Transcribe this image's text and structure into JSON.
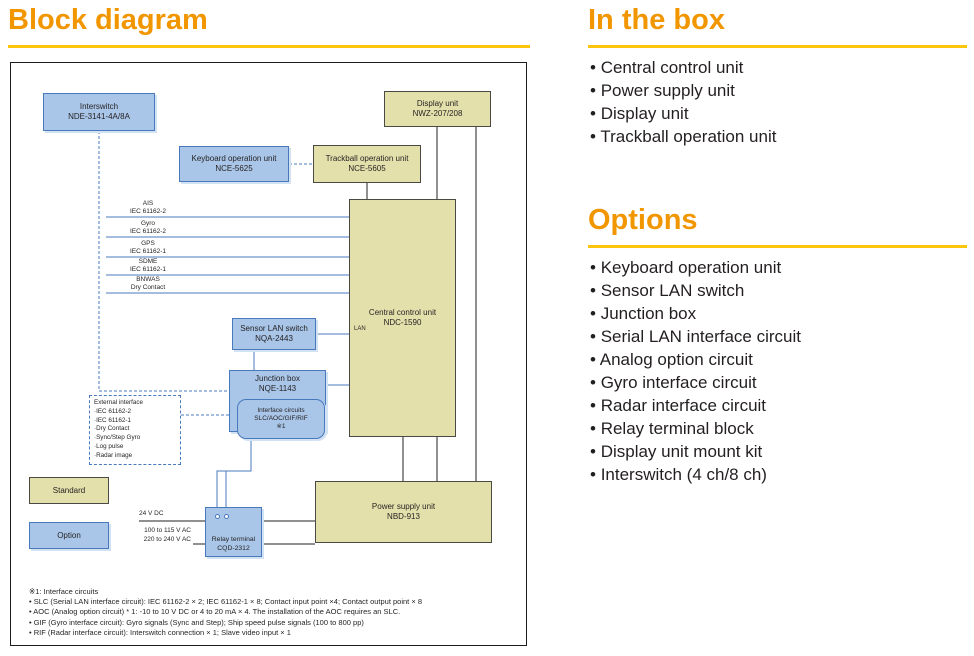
{
  "colors": {
    "title_orange": "#F29600",
    "rule_yellow": "#FFC50D",
    "box_tan": "#E4E0AC",
    "box_blue": "#A9C6E8",
    "line_blue": "#4879BD",
    "ink": "#231F20"
  },
  "left": {
    "title": "Block diagram"
  },
  "in_the_box": {
    "title": "In the box",
    "items": [
      "Central control unit",
      "Power supply unit",
      "Display unit",
      "Trackball operation unit"
    ]
  },
  "options": {
    "title": "Options",
    "items": [
      "Keyboard operation unit",
      "Sensor LAN switch",
      "Junction box",
      "Serial LAN interface circuit",
      "Analog option circuit",
      "Gyro interface circuit",
      "Radar interface circuit",
      "Relay terminal block",
      "Display unit mount kit",
      "Interswitch (4 ch/8 ch)"
    ]
  },
  "diagram": {
    "blocks": {
      "interswitch": {
        "name": "Interswitch",
        "model": "NDE-3141-4A/8A"
      },
      "display_unit": {
        "name": "Display unit",
        "model": "NWZ-207/208"
      },
      "keyboard": {
        "name": "Keyboard operation unit",
        "model": "NCE-5625"
      },
      "trackball": {
        "name": "Trackball operation unit",
        "model": "NCE-5605"
      },
      "central": {
        "name": "Central control unit",
        "model": "NDC-1590",
        "port_label": "LAN"
      },
      "sensor_lan": {
        "name": "Sensor LAN switch",
        "model": "NQA-2443"
      },
      "junction": {
        "name": "Junction box",
        "model": "NQE-1143"
      },
      "interface_circuits": {
        "line1": "Interface circuits",
        "line2": "SLC/AOC/GIF/RIF",
        "line3": "※1"
      },
      "relay": {
        "name": "Relay terminal",
        "model": "CQD-2312"
      },
      "power": {
        "name": "Power supply unit",
        "model": "NBD-913"
      }
    },
    "legend": {
      "standard": "Standard",
      "option": "Option"
    },
    "signals": [
      {
        "name": "AIS",
        "std": "IEC 61162-2"
      },
      {
        "name": "Gyro",
        "std": "IEC 61162-2"
      },
      {
        "name": "GPS",
        "std": "IEC 61162-1"
      },
      {
        "name": "SDME",
        "std": "IEC 61162-1"
      },
      {
        "name": "BNWAS",
        "std": "Dry Contact"
      }
    ],
    "external_interface": {
      "title": "External interface",
      "items": [
        "·IEC 61162-2",
        "·IEC 61162-1",
        "·Dry Contact",
        "·Sync/Step Gyro",
        "·Log pulse",
        "·Radar image"
      ]
    },
    "power_labels": {
      "dc": "24 V DC",
      "ac1": "100 to 115 V AC",
      "ac2": "220 to 240 V AC"
    },
    "footnote": {
      "title": "※1: Interface circuits",
      "items": [
        "• SLC (Serial LAN interface circuit): IEC 61162-2 × 2; IEC 61162-1 × 8; Contact input point ×4; Contact output point × 8",
        "• AOC (Analog option circuit) * 1: -10 to 10 V DC or 4 to 20 mA × 4. The installation of the AOC requires an SLC.",
        "• GIF (Gyro interface circuit): Gyro signals (Sync and Step); Ship speed pulse signals (100 to 800 pp)",
        "• RIF (Radar interface circuit): Interswitch connection × 1; Slave video input × 1"
      ]
    }
  }
}
